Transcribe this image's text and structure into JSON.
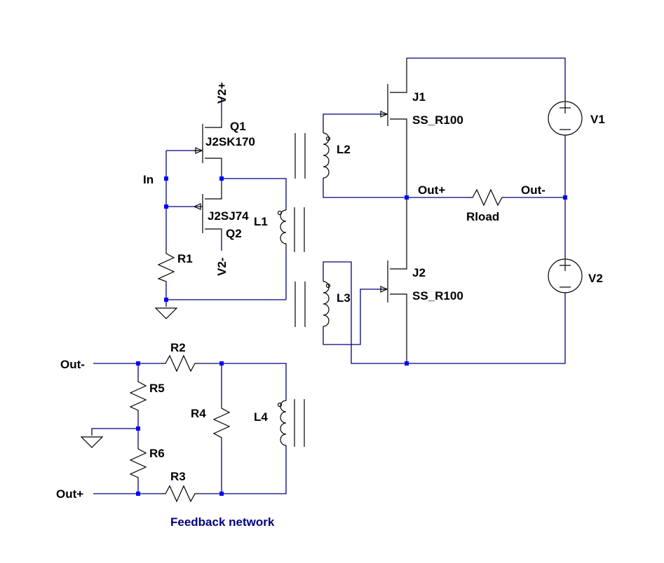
{
  "colors": {
    "wire": "#000080",
    "junction": "#0000ff",
    "component": "#000000",
    "comment": "#000080",
    "background": "#ffffff"
  },
  "labels": {
    "q1_ref": "Q1",
    "q1_val": "J2SK170",
    "q2_ref": "Q2",
    "q2_val": "J2SJ74",
    "v2plus": "V2+",
    "v2minus": "V2-",
    "in": "In",
    "r1": "R1",
    "l1": "L1",
    "l2": "L2",
    "l3": "L3",
    "l4": "L4",
    "j1_ref": "J1",
    "j1_val": "SS_R100",
    "j2_ref": "J2",
    "j2_val": "SS_R100",
    "v1": "V1",
    "v2": "V2",
    "out_plus_top": "Out+",
    "out_minus_top": "Out-",
    "rload": "Rload",
    "out_minus_fb": "Out-",
    "out_plus_fb": "Out+",
    "r2": "R2",
    "r3": "R3",
    "r4": "R4",
    "r5": "R5",
    "r6": "R6",
    "feedback_title": "Feedback network"
  }
}
